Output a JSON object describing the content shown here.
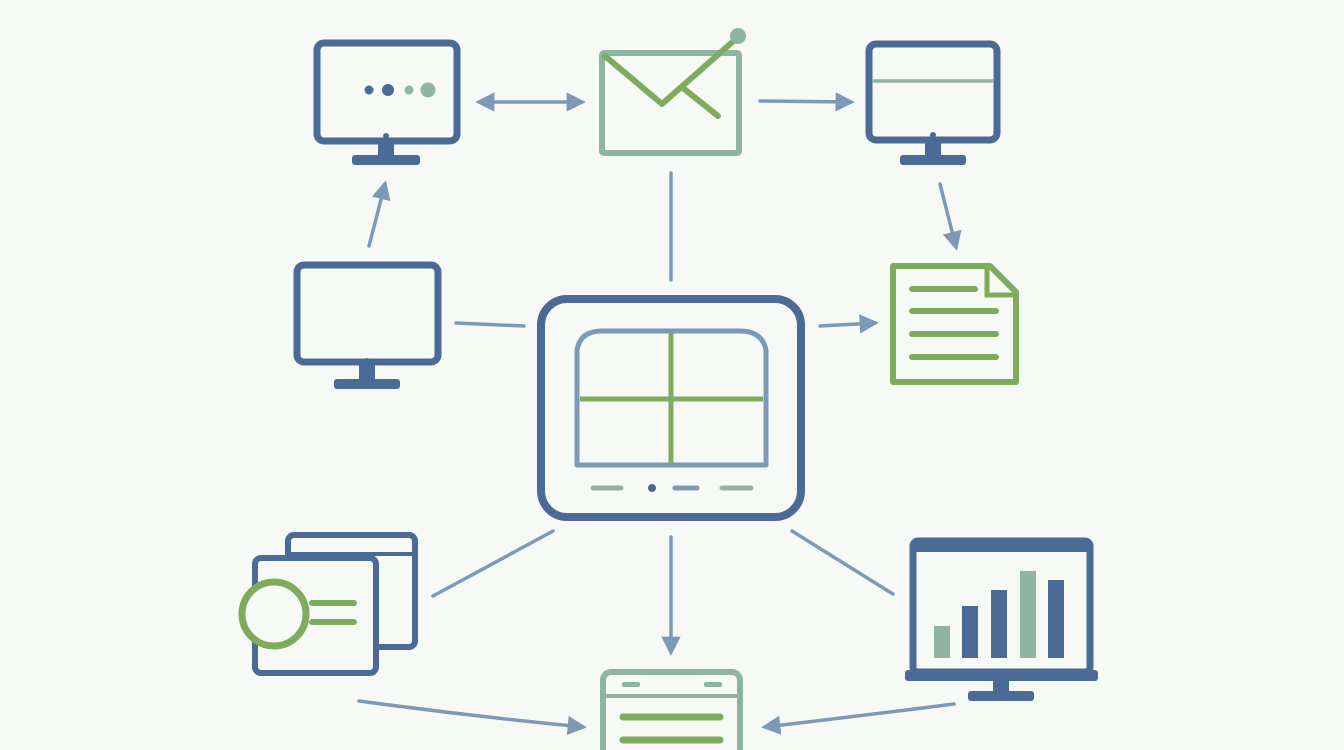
{
  "diagram": {
    "nodes": [
      {
        "id": "monitor-top-left",
        "icon": "monitor-dots-icon"
      },
      {
        "id": "email-hub",
        "icon": "envelope-icon"
      },
      {
        "id": "monitor-top-right",
        "icon": "monitor-list-icon"
      },
      {
        "id": "monitor-mid-left",
        "icon": "monitor-icon"
      },
      {
        "id": "central-dashboard",
        "icon": "tablet-grid-icon"
      },
      {
        "id": "document-right",
        "icon": "document-lines-icon"
      },
      {
        "id": "search-windows",
        "icon": "search-windows-icon"
      },
      {
        "id": "bar-chart-monitor",
        "icon": "laptop-bar-chart-icon"
      },
      {
        "id": "document-bottom",
        "icon": "form-document-icon"
      }
    ],
    "edges": [
      {
        "from": "monitor-top-left",
        "to": "email-hub",
        "kind": "bidirectional"
      },
      {
        "from": "email-hub",
        "to": "monitor-top-right",
        "kind": "arrow"
      },
      {
        "from": "monitor-top-right",
        "to": "document-right",
        "kind": "arrow"
      },
      {
        "from": "monitor-mid-left",
        "to": "monitor-top-left",
        "kind": "arrow"
      },
      {
        "from": "email-hub",
        "to": "central-dashboard",
        "kind": "line"
      },
      {
        "from": "monitor-mid-left",
        "to": "central-dashboard",
        "kind": "line"
      },
      {
        "from": "central-dashboard",
        "to": "document-right",
        "kind": "arrow"
      },
      {
        "from": "central-dashboard",
        "to": "search-windows",
        "kind": "line"
      },
      {
        "from": "central-dashboard",
        "to": "bar-chart-monitor",
        "kind": "line"
      },
      {
        "from": "central-dashboard",
        "to": "document-bottom",
        "kind": "arrow"
      },
      {
        "from": "search-windows",
        "to": "document-bottom",
        "kind": "arrow"
      },
      {
        "from": "bar-chart-monitor",
        "to": "document-bottom",
        "kind": "arrow"
      }
    ],
    "colors": {
      "navy": "#4b6a96",
      "steel": "#7c9ab8",
      "green": "#7fab5d",
      "sage": "#8fb4a6",
      "background": "#f7f9f6"
    }
  }
}
